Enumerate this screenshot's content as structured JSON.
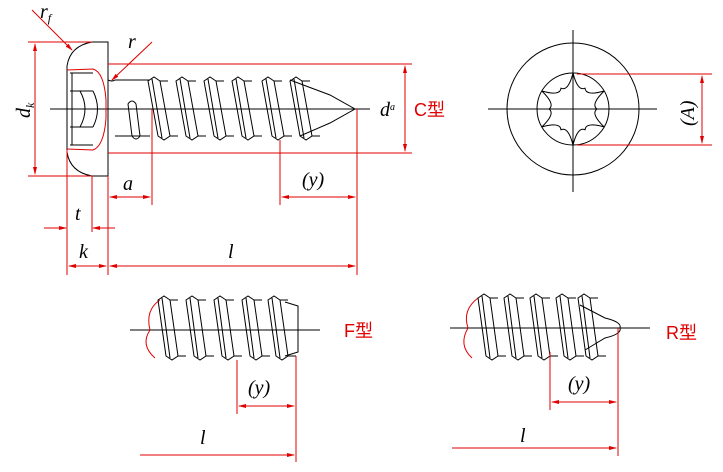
{
  "title": "Tapping screw with pan head and hexalobular recess",
  "colors": {
    "dimension": "#e00000",
    "outline": "#000000"
  },
  "main_view": {
    "labels": {
      "rf": "r",
      "rf_sub": "f",
      "r": "r",
      "dk": "d",
      "dk_sub": "k",
      "da": "d",
      "da_sub": "a",
      "a": "a",
      "y": "(y)",
      "t": "t",
      "k": "k",
      "l": "l"
    },
    "type_label": "C型"
  },
  "end_view": {
    "labels": {
      "A": "(A)"
    }
  },
  "f_type": {
    "type_label": "F型",
    "labels": {
      "y": "(y)",
      "l": "l"
    }
  },
  "r_type": {
    "type_label": "R型",
    "labels": {
      "y": "(y)",
      "l": "l"
    }
  }
}
